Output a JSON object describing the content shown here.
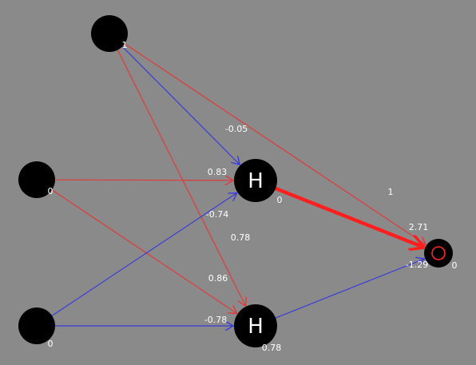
{
  "colors": {
    "background": "#8a8a8a",
    "node": "#000000",
    "positive": "#e03a3a",
    "negative": "#3b3bd9",
    "strong": "#ff1f1f",
    "text": "#ffffff",
    "output_glyph": "#ff2a2a"
  },
  "nodes": [
    {
      "id": "bias",
      "role": "bias",
      "glyph": "",
      "value": "1"
    },
    {
      "id": "in1",
      "role": "input",
      "glyph": "",
      "value": "0"
    },
    {
      "id": "in2",
      "role": "input",
      "glyph": "",
      "value": "0"
    },
    {
      "id": "h1",
      "role": "hidden",
      "glyph": "H",
      "value": "0"
    },
    {
      "id": "h2",
      "role": "hidden",
      "glyph": "H",
      "value": "0.78"
    },
    {
      "id": "out",
      "role": "output",
      "glyph": "O",
      "value": "0"
    }
  ],
  "connections": [
    {
      "from": "bias",
      "to": "h1",
      "weight": "-0.05",
      "sign": "negative",
      "strong": false
    },
    {
      "from": "bias",
      "to": "h2",
      "weight": "0.78",
      "sign": "positive",
      "strong": false
    },
    {
      "from": "bias",
      "to": "out",
      "weight": "1",
      "sign": "positive",
      "strong": false
    },
    {
      "from": "in1",
      "to": "h1",
      "weight": "0.83",
      "sign": "positive",
      "strong": false
    },
    {
      "from": "in1",
      "to": "h2",
      "weight": "0.86",
      "sign": "positive",
      "strong": false
    },
    {
      "from": "in2",
      "to": "h1",
      "weight": "-0.74",
      "sign": "negative",
      "strong": false
    },
    {
      "from": "in2",
      "to": "h2",
      "weight": "-0.78",
      "sign": "negative",
      "strong": false
    },
    {
      "from": "h1",
      "to": "out",
      "weight": "2.71",
      "sign": "positive",
      "strong": true
    },
    {
      "from": "h2",
      "to": "out",
      "weight": "-1.29",
      "sign": "negative",
      "strong": false
    }
  ]
}
